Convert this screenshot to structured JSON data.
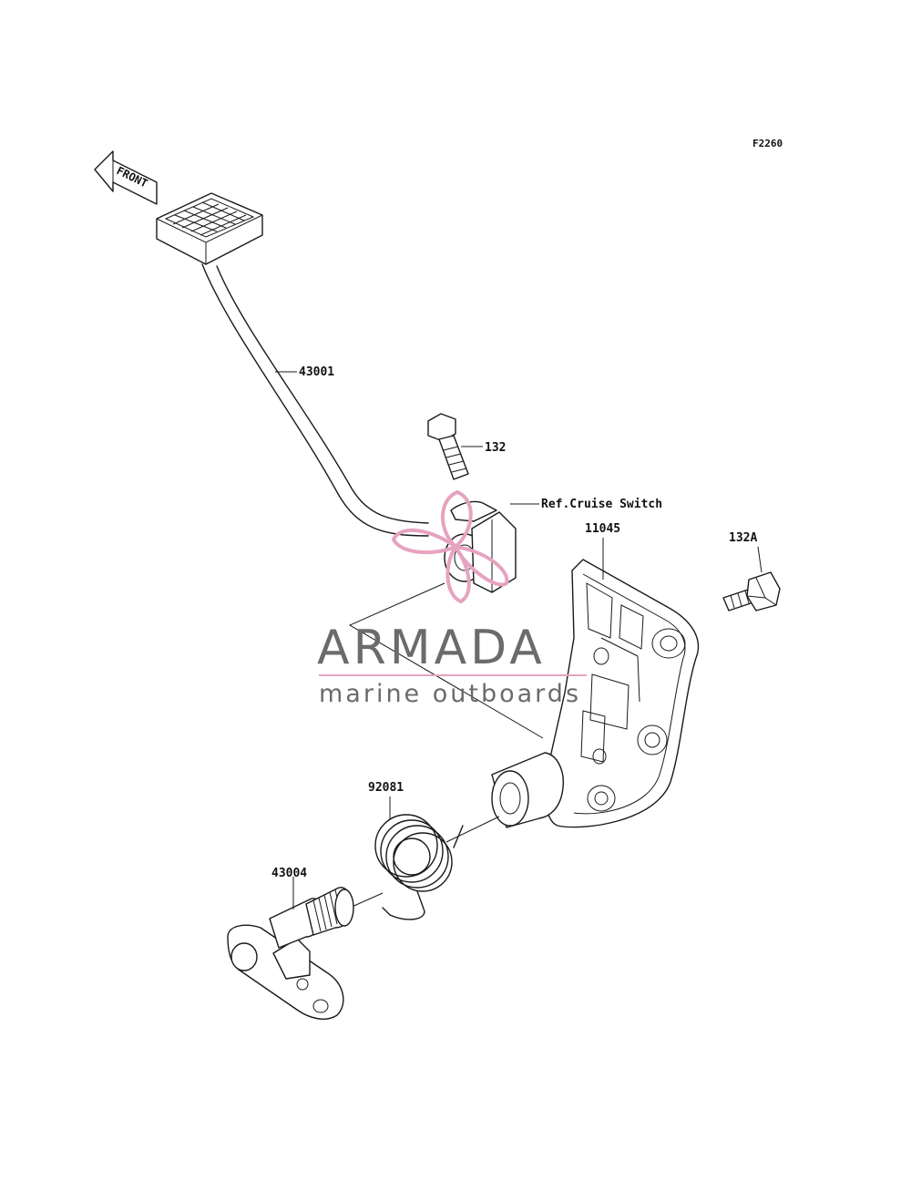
{
  "diagram_id": "F2260",
  "front_label": "FRONT",
  "parts": {
    "pedal": "43001",
    "bolt": "132",
    "cruise_switch_ref": "Ref.Cruise Switch",
    "bracket": "11045",
    "bracket_bolt": "132A",
    "spring": "92081",
    "shaft": "43004"
  },
  "watermark": {
    "brand": "ARMADA",
    "tagline": "marine outboards",
    "colors": {
      "brand": "#6b6b6b",
      "accent": "#e6a3c0",
      "line": "#e6a3c0"
    }
  }
}
